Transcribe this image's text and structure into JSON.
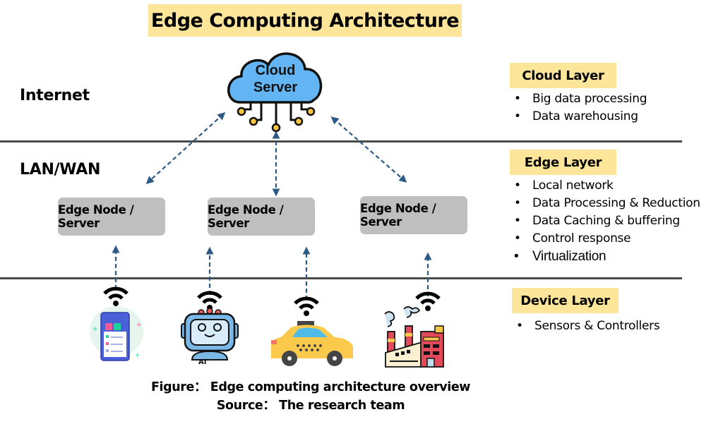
{
  "title": "Edge Computing Architecture",
  "zones": {
    "internet": "Internet",
    "lan_wan": "LAN/WAN"
  },
  "cloud": {
    "line1": "Cloud",
    "line2": "Server",
    "icon": "cloud-server-icon"
  },
  "edge_nodes": [
    {
      "label": "Edge Node / Server"
    },
    {
      "label": "Edge Node / Server"
    },
    {
      "label": "Edge Node / Server"
    }
  ],
  "devices": [
    {
      "name": "smartphone",
      "icon": "smartphone-icon"
    },
    {
      "name": "ai-robot",
      "icon": "robot-icon"
    },
    {
      "name": "taxi",
      "icon": "taxi-icon"
    },
    {
      "name": "factory",
      "icon": "factory-icon"
    }
  ],
  "layers": {
    "cloud": {
      "title": "Cloud Layer",
      "items": [
        "Big data processing",
        "Data warehousing"
      ]
    },
    "edge": {
      "title": "Edge Layer",
      "items": [
        "Local network",
        "Data Processing & Reduction",
        "Data Caching & buffering",
        "Control response",
        "Virtualization"
      ]
    },
    "device": {
      "title": "Device Layer",
      "items": [
        "Sensors & Controllers"
      ]
    }
  },
  "caption": {
    "figure": "Figure： Edge computing architecture overview",
    "source": "Source： The research team"
  },
  "colors": {
    "title_bg": "#fde59a",
    "node_bg": "#bfbfbf",
    "arrow": "#2c5a85",
    "cloud_fill": "#63b6f3",
    "divider": "#4a4a4a"
  }
}
